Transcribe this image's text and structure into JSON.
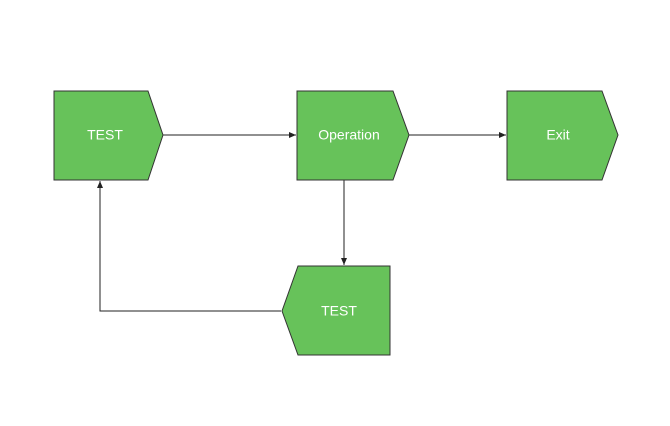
{
  "diagram": {
    "node_color": "#67c25a",
    "border_color": "#333333",
    "text_color": "#ffffff",
    "edge_color": "#222222",
    "nodes": [
      {
        "id": "test1",
        "label": "TEST",
        "shape": "pentagon-right"
      },
      {
        "id": "operation",
        "label": "Operation",
        "shape": "pentagon-right"
      },
      {
        "id": "exit",
        "label": "Exit",
        "shape": "pentagon-right"
      },
      {
        "id": "test2",
        "label": "TEST",
        "shape": "pentagon-left"
      }
    ],
    "edges": [
      {
        "from": "test1",
        "to": "operation"
      },
      {
        "from": "operation",
        "to": "exit"
      },
      {
        "from": "operation",
        "to": "test2"
      },
      {
        "from": "test2",
        "to": "test1"
      }
    ]
  }
}
